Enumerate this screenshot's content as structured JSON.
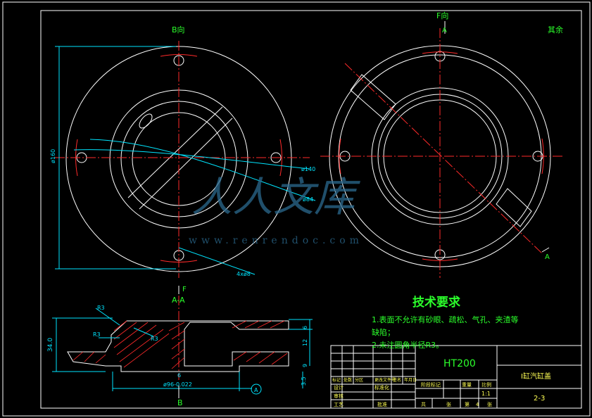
{
  "views": {
    "left_view_label": "B向",
    "right_view_label": "F向",
    "section_label": "A-A",
    "bottom_label": "B",
    "right_section_marker": "A",
    "right_section_marker_bottom": "A",
    "f_arrow_label": "F",
    "remaining_label": "其余"
  },
  "dimensions": {
    "phi160": "ø160",
    "phi140": "ø140",
    "phi84": "ø84",
    "holes": "4xø8",
    "r3_top": "R3",
    "r3_mid": "R3",
    "r3_right": "R3",
    "h34": "34.0",
    "d12": "12",
    "d6": "6",
    "d9": "9",
    "d35": "3.5",
    "d6b": "6",
    "bore": "ø96-0.022",
    "datum": "A"
  },
  "tech_req": {
    "title": "技术要求",
    "line1": "1.表面不允许有砂眼、疏松、气孔、夹渣等",
    "line1b": "缺陷；",
    "line2": "2.未注圆角半径R3。"
  },
  "title_block": {
    "material": "HT200",
    "part_name": "I缸汽缸盖",
    "drawing_no": "2-3",
    "scale": "1:1",
    "scale_label": "比例",
    "weight_label": "重量",
    "stage_label": "阶段标记",
    "mark_label": "标记",
    "zones_label": "处数",
    "division_label": "分区",
    "change_label": "更改文件号",
    "sign_label": "签名",
    "date_label": "年月日",
    "design_label": "设计",
    "standard_label": "标准化",
    "review_label": "审核",
    "process_label": "工艺",
    "approve_label": "批准",
    "total_label": "共",
    "total_value": "张",
    "page_label": "第",
    "page_value": "4",
    "page_unit": "张"
  },
  "watermark": {
    "text": "人人文库",
    "url": "www.renrendoc.com"
  }
}
